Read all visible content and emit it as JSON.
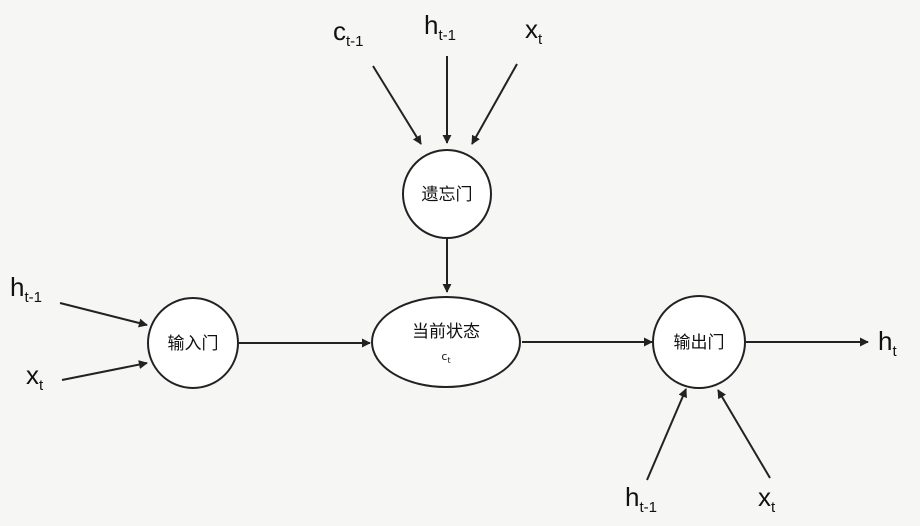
{
  "nodes": {
    "forget_gate": "遗忘门",
    "input_gate": "输入门",
    "state": {
      "title": "当前状态",
      "symbol": "c",
      "symbol_sub": "t"
    },
    "output_gate": "输出门"
  },
  "inputs": {
    "forget_c": {
      "base": "c",
      "sub": "t-1"
    },
    "forget_h": {
      "base": "h",
      "sub": "t-1"
    },
    "forget_x": {
      "base": "x",
      "sub": "t"
    },
    "input_h": {
      "base": "h",
      "sub": "t-1"
    },
    "input_x": {
      "base": "x",
      "sub": "t"
    },
    "output_h": {
      "base": "h",
      "sub": "t-1"
    },
    "output_x": {
      "base": "x",
      "sub": "t"
    },
    "result_h": {
      "base": "h",
      "sub": "t"
    }
  }
}
